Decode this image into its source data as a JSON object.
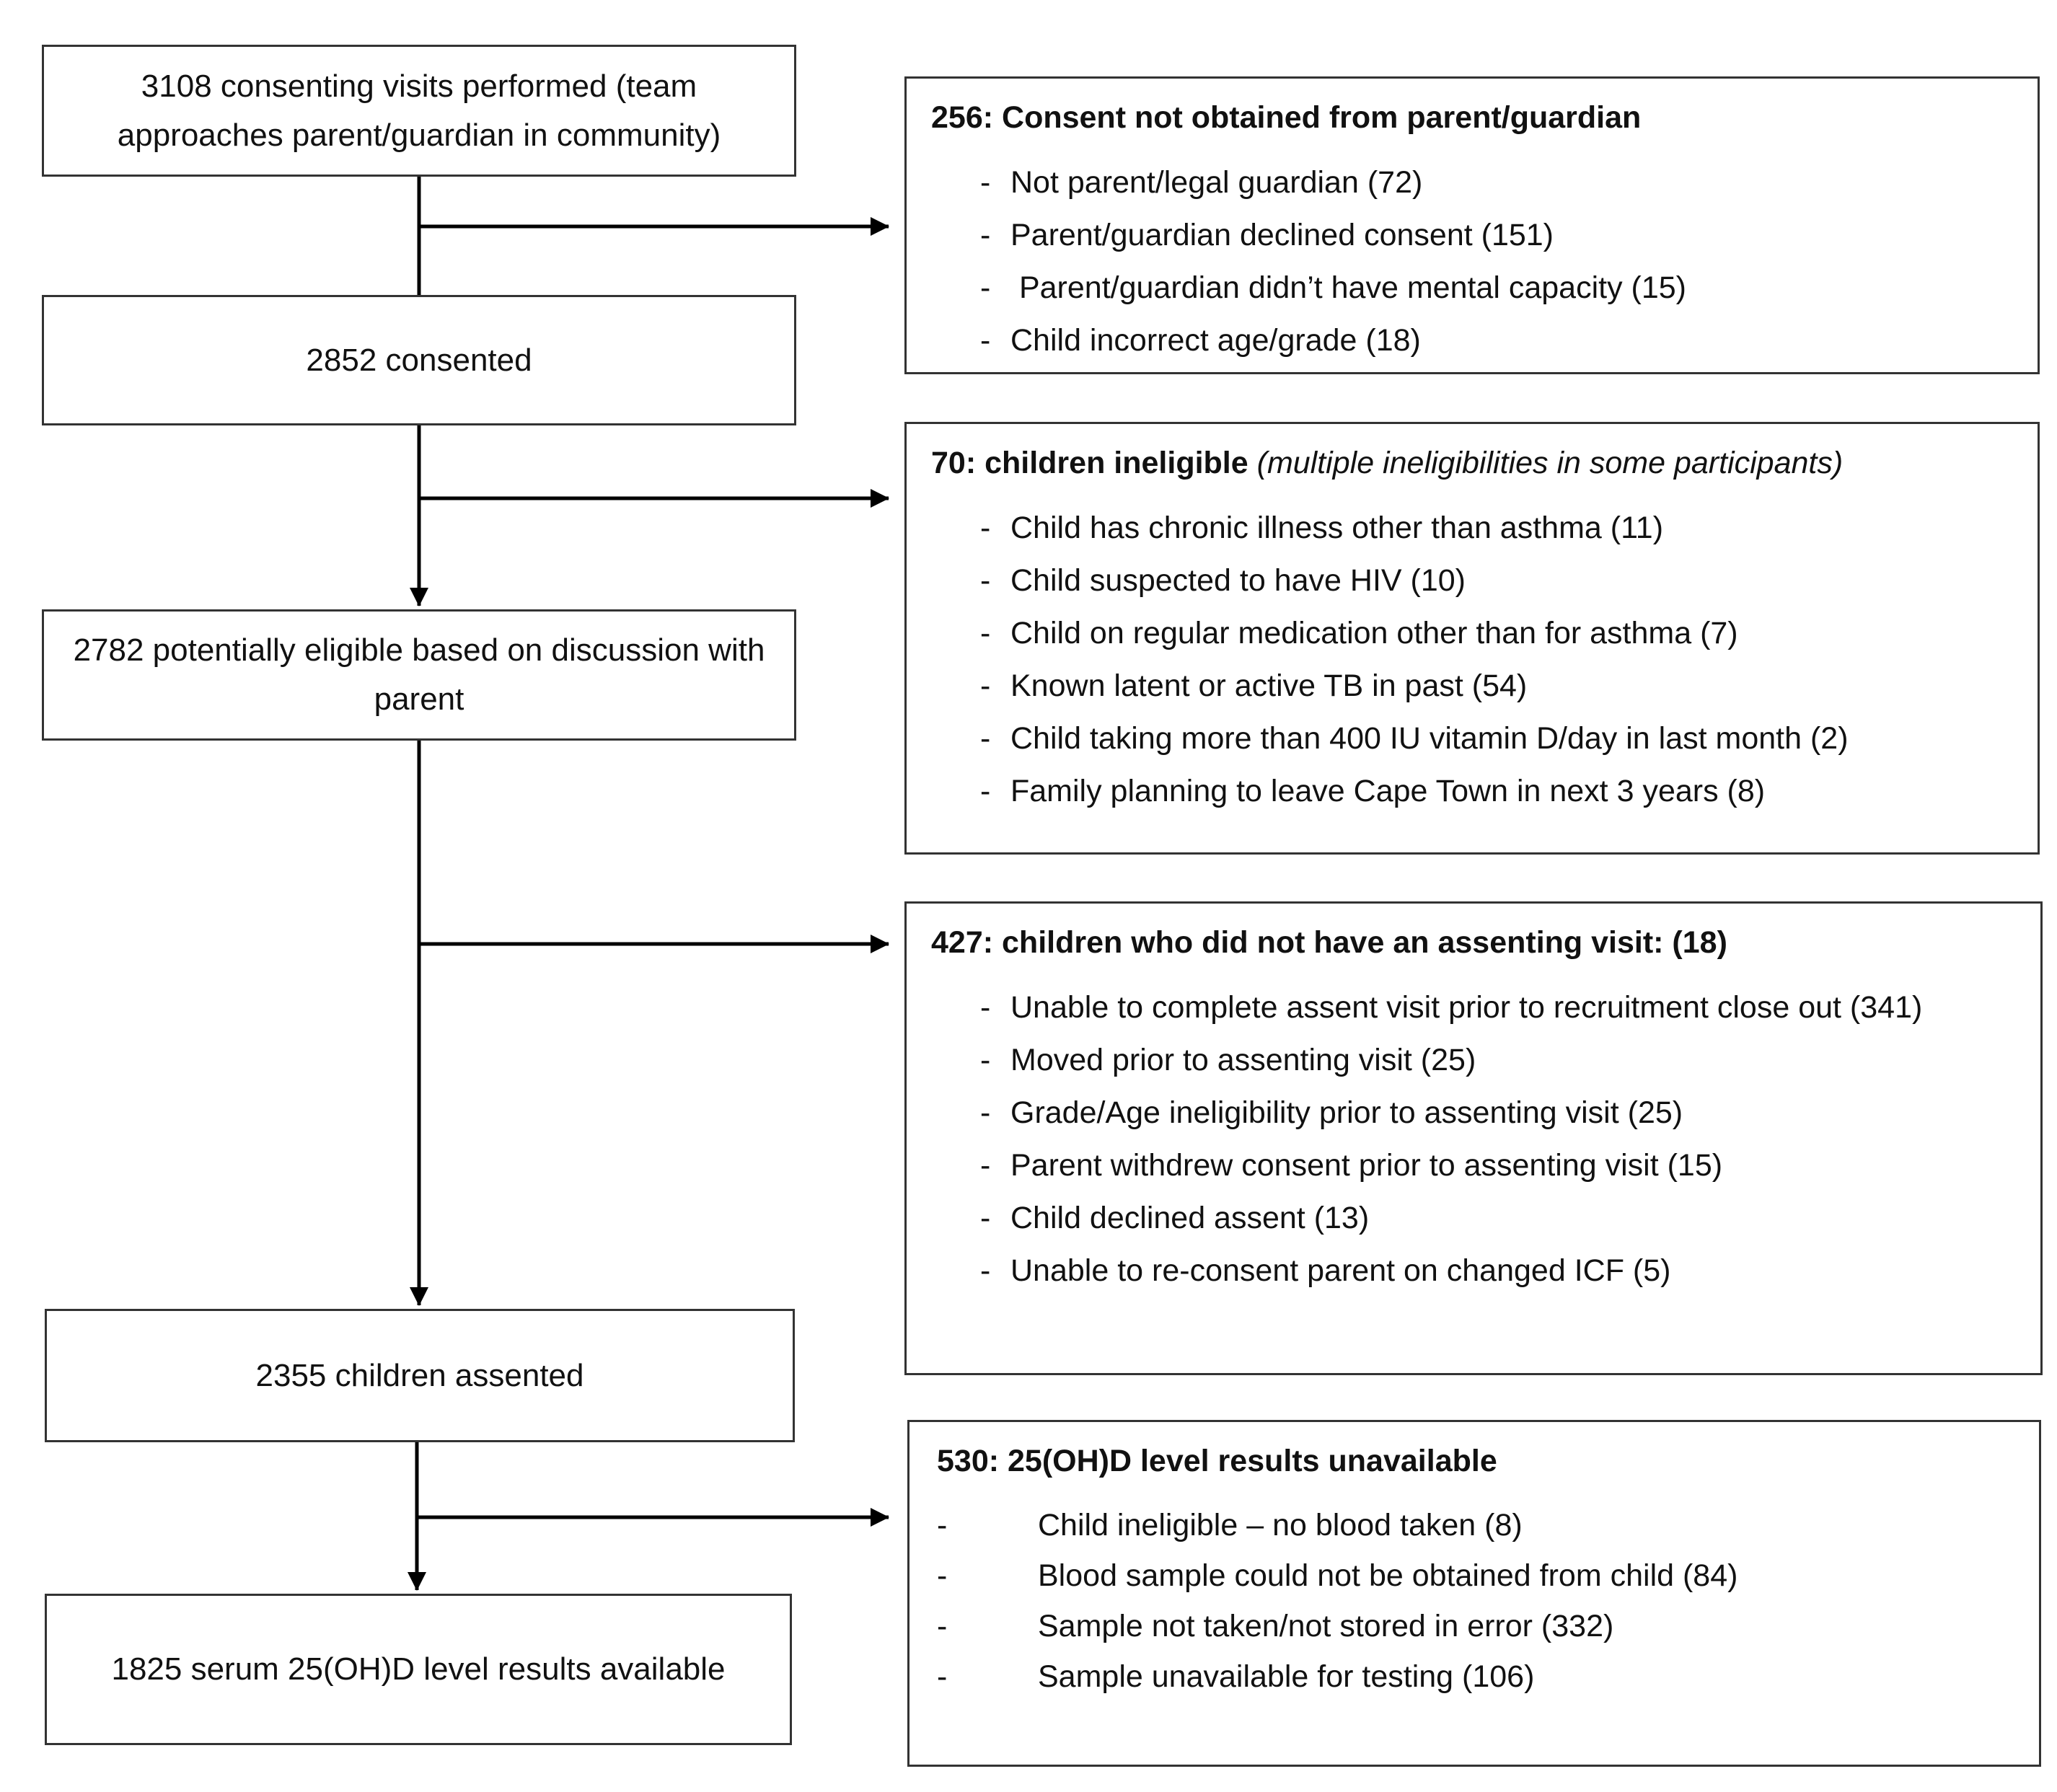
{
  "flow": [
    {
      "text": "3108 consenting visits performed (team approaches parent/guardian in community)"
    },
    {
      "text": "2852 consented"
    },
    {
      "text": "2782 potentially eligible based on discussion with parent"
    },
    {
      "text": "2355 children assented"
    },
    {
      "text": "1825 serum 25(OH)D level results available"
    }
  ],
  "exclusions": [
    {
      "heading": "256: Consent not obtained from parent/guardian",
      "note": "",
      "items": [
        "Not parent/legal guardian (72)",
        "Parent/guardian declined consent (151)",
        " Parent/guardian didn’t have mental capacity (15)",
        "Child incorrect age/grade (18)"
      ]
    },
    {
      "heading": "70: children ineligible",
      "note": "(multiple ineligibilities in some participants)",
      "items": [
        "Child has chronic illness other than asthma (11)",
        "Child suspected to have HIV (10)",
        "Child on regular medication other than for asthma (7)",
        "Known latent or active TB in past (54)",
        "Child taking more than 400 IU vitamin D/day in last month (2)",
        "Family planning to leave Cape Town in next 3 years (8)"
      ]
    },
    {
      "heading": "427:  children who did not have an assenting visit: (18)",
      "note": "",
      "items": [
        "Unable to complete assent visit prior to recruitment close out (341)",
        "Moved prior to assenting visit (25)",
        "Grade/Age ineligibility prior to assenting visit (25)",
        "Parent withdrew consent prior to assenting visit (15)",
        "Child declined assent (13)",
        "Unable to re-consent parent on changed ICF (5)"
      ]
    },
    {
      "heading": "530: 25(OH)D level results unavailable",
      "note": "",
      "items": [
        "Child ineligible – no blood taken (8)",
        "Blood sample could not be obtained from child (84)",
        "Sample not taken/not stored in error (332)",
        "Sample unavailable for testing (106)"
      ]
    }
  ],
  "bullet": "-"
}
